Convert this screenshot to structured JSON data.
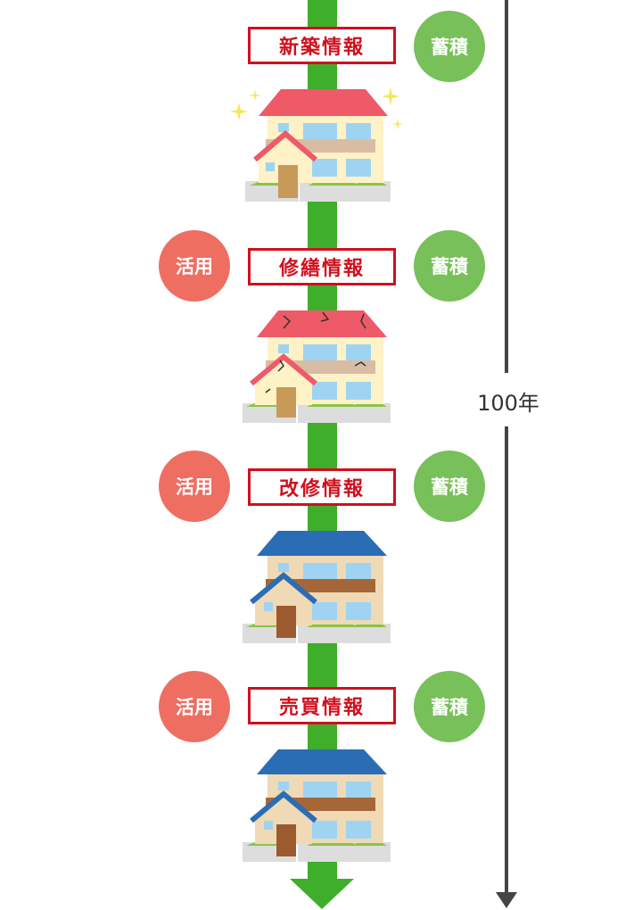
{
  "stages": [
    {
      "label": "新築情報",
      "accumulate": "蓄積",
      "use": null,
      "roof": "#EE5A68",
      "state": "new"
    },
    {
      "label": "修繕情報",
      "accumulate": "蓄積",
      "use": "活用",
      "roof": "#EE5A68",
      "state": "damaged"
    },
    {
      "label": "改修情報",
      "accumulate": "蓄積",
      "use": "活用",
      "roof": "#2A6DB5",
      "state": "renovated"
    },
    {
      "label": "売買情報",
      "accumulate": "蓄積",
      "use": "活用",
      "roof": "#2A6DB5",
      "state": "renovated"
    }
  ],
  "timeline": {
    "label": "100年"
  },
  "colors": {
    "flow": "#3FAE2A",
    "label_border": "#D0101E",
    "accumulate": "#78C05A",
    "use": "#EE6E62",
    "timeline": "#444444"
  }
}
